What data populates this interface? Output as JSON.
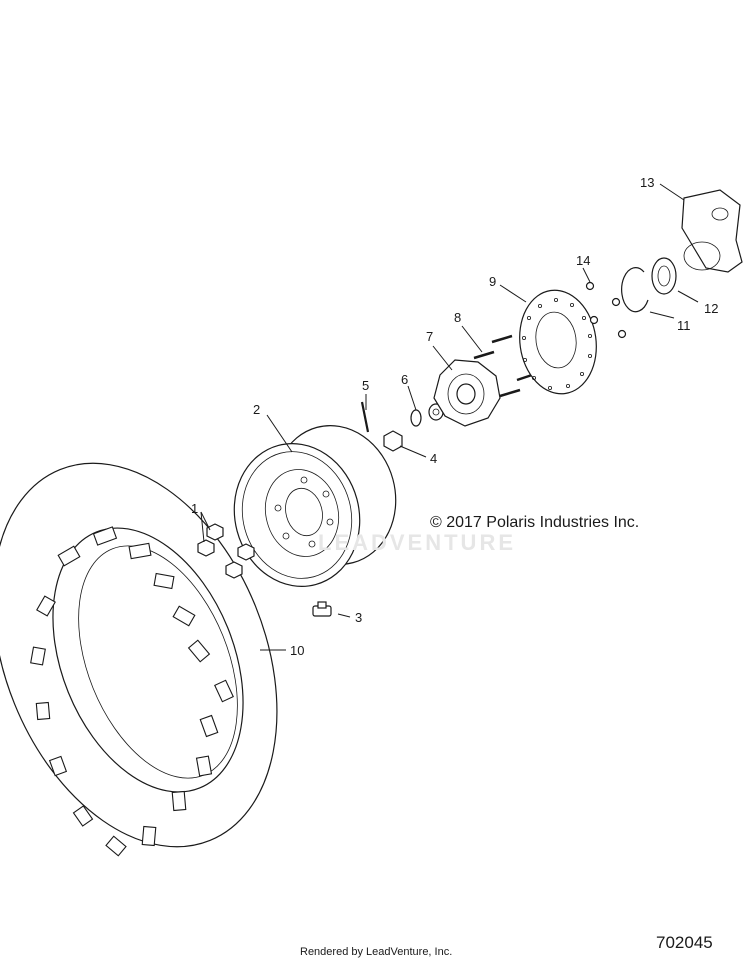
{
  "copyright": "© 2017 Polaris Industries Inc.",
  "watermark": "LEADVENTURE",
  "footer": "Rendered by LeadVenture, Inc.",
  "diagram_id": "702045",
  "callouts": [
    "1",
    "2",
    "3",
    "4",
    "5",
    "6",
    "7",
    "8",
    "9",
    "10",
    "11",
    "12",
    "13",
    "14"
  ]
}
